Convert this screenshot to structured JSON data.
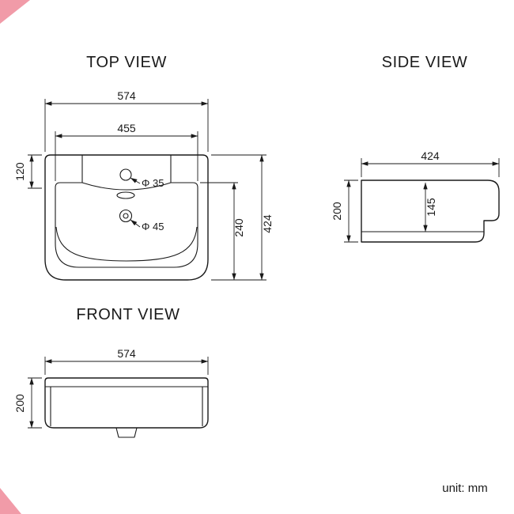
{
  "unit_label": "unit: mm",
  "top_view": {
    "title": "TOP VIEW",
    "overall_width": "574",
    "inner_width": "455",
    "deck_depth": "120",
    "bowl_depth": "240",
    "overall_depth": "424",
    "faucet_hole_dia": "Φ 35",
    "drain_hole_dia": "Φ 45"
  },
  "side_view": {
    "title": "SIDE VIEW",
    "depth": "424",
    "height": "200",
    "inner_height": "145"
  },
  "front_view": {
    "title": "FRONT VIEW",
    "width": "574",
    "height": "200"
  },
  "colors": {
    "line": "#1a1a1a",
    "watermark_pink": "#f19ba8"
  }
}
